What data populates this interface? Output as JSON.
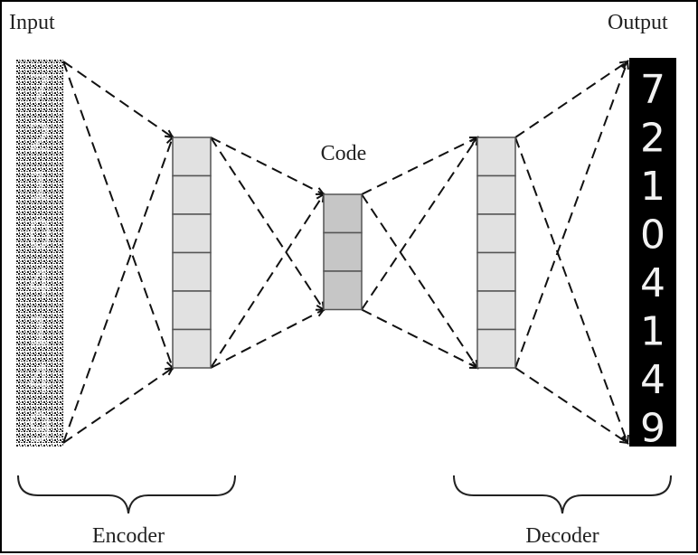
{
  "labels": {
    "input": "Input",
    "output": "Output",
    "code": "Code",
    "encoder": "Encoder",
    "decoder": "Decoder"
  },
  "digits": [
    "7",
    "2",
    "1",
    "0",
    "4",
    "1",
    "4",
    "9"
  ],
  "layers": {
    "encoder_units": 6,
    "code_units": 3,
    "decoder_units": 6
  },
  "colors": {
    "encoder_fill": "#e1e1e1",
    "code_fill": "#c6c6c6",
    "decoder_fill": "#e1e1e1",
    "line": "#111111"
  }
}
